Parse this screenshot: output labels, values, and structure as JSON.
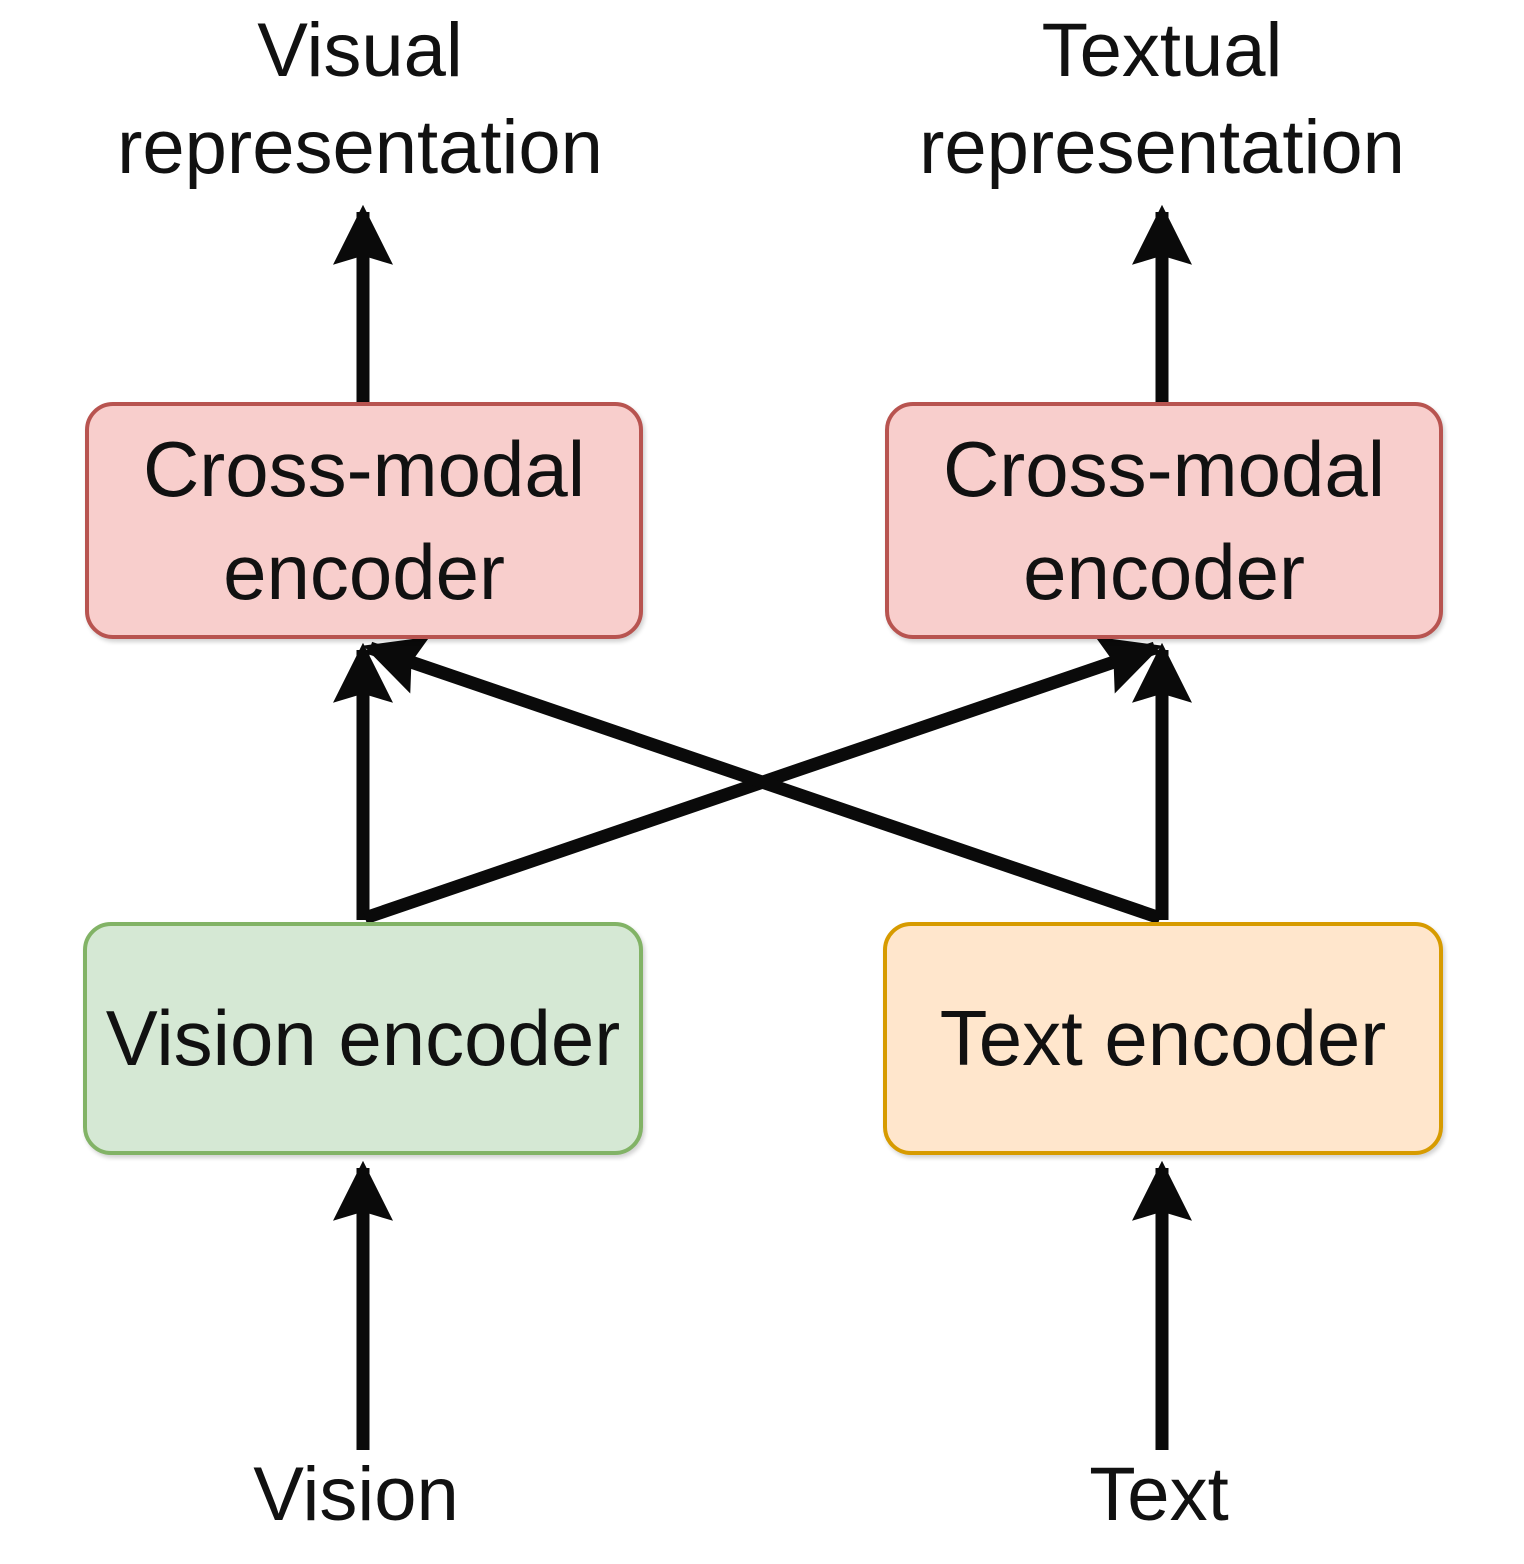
{
  "colors": {
    "background": "#ffffff",
    "text": "#111111",
    "arrow": "#0a0a0a",
    "box_pink_fill": "#f8cecc",
    "box_pink_border": "#b85450",
    "box_green_fill": "#d5e8d4",
    "box_green_border": "#82b366",
    "box_orange_fill": "#ffe6cc",
    "box_orange_border": "#d79b00"
  },
  "labels": {
    "visual_representation": "Visual\nrepresentation",
    "textual_representation": "Textual\nrepresentation",
    "vision_input": "Vision",
    "text_input": "Text"
  },
  "boxes": {
    "cross_modal_left": "Cross-modal encoder",
    "cross_modal_right": "Cross-modal encoder",
    "vision_encoder": "Vision encoder",
    "text_encoder": "Text encoder"
  },
  "edges": [
    {
      "from": "Vision",
      "to": "Vision encoder"
    },
    {
      "from": "Text",
      "to": "Text encoder"
    },
    {
      "from": "Vision encoder",
      "to": "Cross-modal encoder (left)"
    },
    {
      "from": "Vision encoder",
      "to": "Cross-modal encoder (right)"
    },
    {
      "from": "Text encoder",
      "to": "Cross-modal encoder (left)"
    },
    {
      "from": "Text encoder",
      "to": "Cross-modal encoder (right)"
    },
    {
      "from": "Cross-modal encoder (left)",
      "to": "Visual representation"
    },
    {
      "from": "Cross-modal encoder (right)",
      "to": "Textual representation"
    }
  ]
}
